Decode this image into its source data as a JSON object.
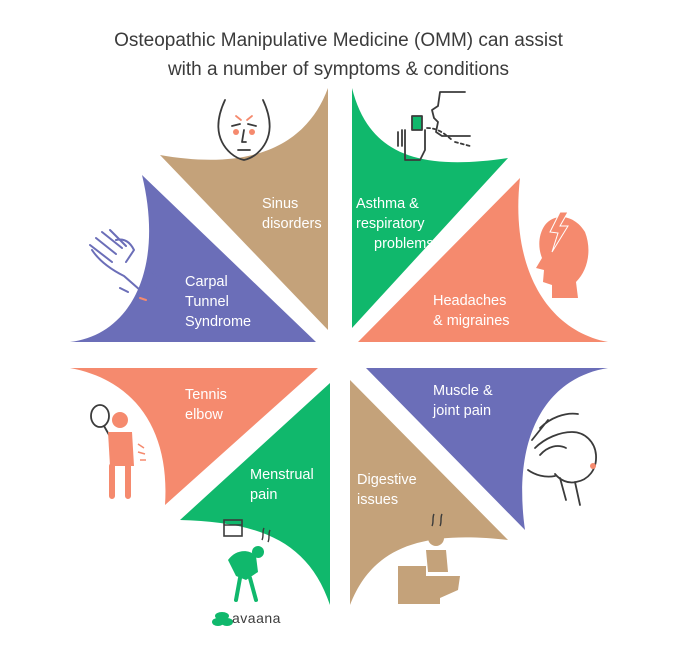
{
  "title": {
    "line1": "Osteopathic Manipulative Medicine (OMM) can assist",
    "line2": "with a number of symptoms & conditions"
  },
  "segments": [
    {
      "key": "sinus",
      "lines": [
        "Sinus",
        "disorders"
      ],
      "color": "#c4a27a",
      "icon": "face-sinus-icon"
    },
    {
      "key": "asthma",
      "lines": [
        "Asthma &",
        "respiratory",
        "problems"
      ],
      "color": "#10b86c",
      "icon": "inhaler-icon"
    },
    {
      "key": "headaches",
      "lines": [
        "Headaches",
        "& migraines"
      ],
      "color": "#f58a6e",
      "icon": "head-lightning-icon"
    },
    {
      "key": "muscle",
      "lines": [
        "Muscle &",
        "joint pain"
      ],
      "color": "#6b6eb8",
      "icon": "massage-icon"
    },
    {
      "key": "digestive",
      "lines": [
        "Digestive",
        "issues"
      ],
      "color": "#c4a27a",
      "icon": "toilet-person-icon"
    },
    {
      "key": "menstrual",
      "lines": [
        "Menstrual",
        "pain"
      ],
      "color": "#10b86c",
      "icon": "cramping-person-icon"
    },
    {
      "key": "tennis",
      "lines": [
        "Tennis",
        "elbow"
      ],
      "color": "#f58a6e",
      "icon": "tennis-player-icon"
    },
    {
      "key": "carpal",
      "lines": [
        "Carpal",
        "Tunnel",
        "Syndrome"
      ],
      "color": "#6b6eb8",
      "icon": "wrist-pain-icon"
    }
  ],
  "brand": {
    "name": "avaana",
    "color": "#10b86c"
  }
}
